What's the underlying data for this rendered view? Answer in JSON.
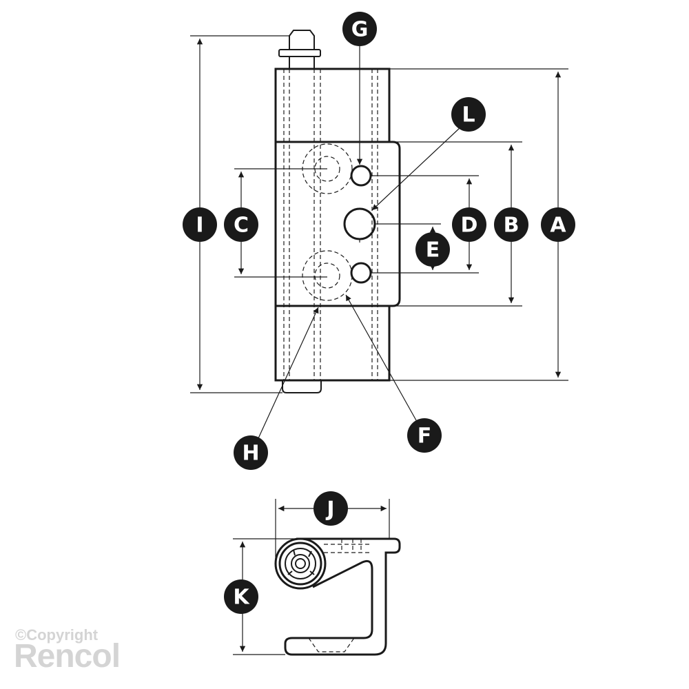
{
  "labels": {
    "a": "A",
    "b": "B",
    "c": "C",
    "d": "D",
    "e": "E",
    "f": "F",
    "g": "G",
    "h": "H",
    "i": "I",
    "j": "J",
    "k": "K",
    "l": "L"
  },
  "watermark": {
    "copyright": "©Copyright",
    "brand": "Rencol"
  }
}
